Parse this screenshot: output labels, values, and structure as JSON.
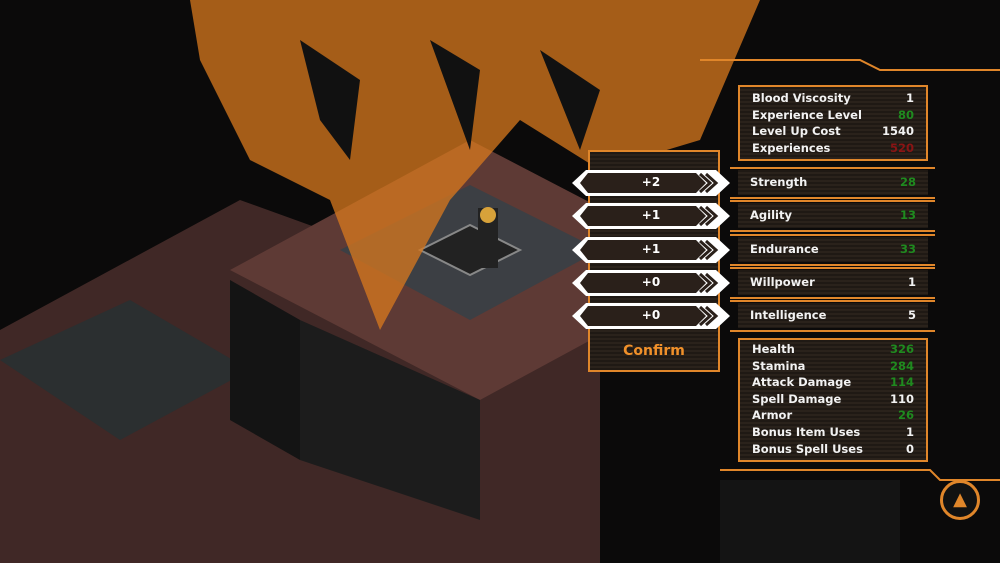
{
  "summary": [
    {
      "label": "Blood Viscosity",
      "value": "1",
      "color": "white"
    },
    {
      "label": "Experience Level",
      "value": "80",
      "color": "green"
    },
    {
      "label": "Level Up Cost",
      "value": "1540",
      "color": "white"
    },
    {
      "label": "Experiences",
      "value": "520",
      "color": "red"
    }
  ],
  "attributes": [
    {
      "label": "Strength",
      "value": "28",
      "color": "green",
      "allocation": "+2"
    },
    {
      "label": "Agility",
      "value": "13",
      "color": "green",
      "allocation": "+1"
    },
    {
      "label": "Endurance",
      "value": "33",
      "color": "green",
      "allocation": "+1"
    },
    {
      "label": "Willpower",
      "value": "1",
      "color": "white",
      "allocation": "+0"
    },
    {
      "label": "Intelligence",
      "value": "5",
      "color": "white",
      "allocation": "+0"
    }
  ],
  "derived": [
    {
      "label": "Health",
      "value": "326",
      "color": "green"
    },
    {
      "label": "Stamina",
      "value": "284",
      "color": "green"
    },
    {
      "label": "Attack Damage",
      "value": "114",
      "color": "green"
    },
    {
      "label": "Spell Damage",
      "value": "110",
      "color": "white"
    },
    {
      "label": "Armor",
      "value": "26",
      "color": "green"
    },
    {
      "label": "Bonus Item Uses",
      "value": "1",
      "color": "white"
    },
    {
      "label": "Bonus Spell Uses",
      "value": "0",
      "color": "white"
    }
  ],
  "confirm_label": "Confirm",
  "colors": {
    "accent": "#e0862a",
    "green": "#1f8a1f",
    "red": "#8a1414"
  }
}
